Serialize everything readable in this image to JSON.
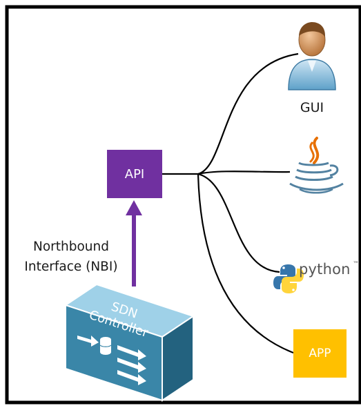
{
  "api": {
    "label": "API",
    "color": "#7030a0"
  },
  "controller": {
    "label_line1": "SDN",
    "label_line2": "Controller",
    "color": "#3a7f9e"
  },
  "northbound": {
    "line1": "Northbound",
    "line2": "Interface (NBI)"
  },
  "clients": {
    "gui": {
      "label": "GUI",
      "icon": "user-icon"
    },
    "java": {
      "icon": "java-coffee-icon"
    },
    "python": {
      "text": "python",
      "tm": "™",
      "icon": "python-logo-icon"
    },
    "app": {
      "label": "APP",
      "color": "#ffc000"
    }
  }
}
